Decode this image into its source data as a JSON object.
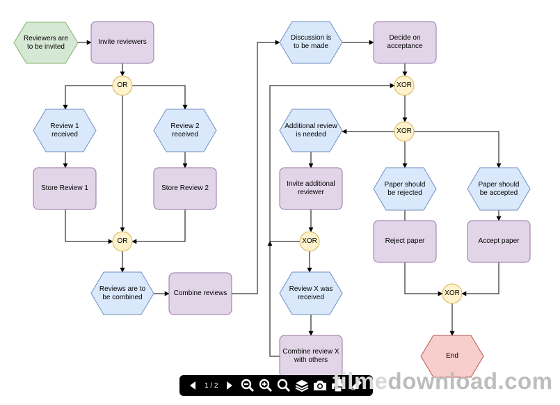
{
  "colors": {
    "event_fill": "#dae8fc",
    "event_stroke": "#6c8ebf",
    "start_fill": "#d5e8d4",
    "start_stroke": "#82b366",
    "end_fill": "#f8cecc",
    "end_stroke": "#b85450",
    "func_fill": "#e1d5e7",
    "func_stroke": "#9673a6",
    "gw_fill": "#fff2cc",
    "gw_stroke": "#d6b656",
    "edge": "#000000"
  },
  "nodes": [
    {
      "id": "start",
      "kind": "start",
      "name": "start-event-reviewers-invited",
      "lines": [
        "Reviewers are",
        "to be invited"
      ]
    },
    {
      "id": "invite",
      "kind": "func",
      "name": "function-invite-reviewers",
      "lines": [
        "Invite reviewers"
      ]
    },
    {
      "id": "or1",
      "kind": "gw",
      "name": "gateway-or-split",
      "lines": [
        "OR"
      ]
    },
    {
      "id": "rev1",
      "kind": "event",
      "name": "event-review-1-received",
      "lines": [
        "Review 1",
        "received"
      ]
    },
    {
      "id": "rev2",
      "kind": "event",
      "name": "event-review-2-received",
      "lines": [
        "Review 2",
        "received"
      ]
    },
    {
      "id": "store1",
      "kind": "func",
      "name": "function-store-review-1",
      "lines": [
        "Store Review 1"
      ]
    },
    {
      "id": "store2",
      "kind": "func",
      "name": "function-store-review-2",
      "lines": [
        "Store Review 2"
      ]
    },
    {
      "id": "or2",
      "kind": "gw",
      "name": "gateway-or-join",
      "lines": [
        "OR"
      ]
    },
    {
      "id": "tocombine",
      "kind": "event",
      "name": "event-reviews-to-be-combined",
      "lines": [
        "Reviews are to",
        "be combined"
      ]
    },
    {
      "id": "combine",
      "kind": "func",
      "name": "function-combine-reviews",
      "lines": [
        "Combine reviews"
      ]
    },
    {
      "id": "discuss",
      "kind": "event",
      "name": "event-discussion-to-be-made",
      "lines": [
        "Discussion is",
        "to be made"
      ]
    },
    {
      "id": "decide",
      "kind": "func",
      "name": "function-decide-on-acceptance",
      "lines": [
        "Decide on",
        "acceptance"
      ]
    },
    {
      "id": "xor1",
      "kind": "gw",
      "name": "gateway-xor-join-loop",
      "lines": [
        "XOR"
      ]
    },
    {
      "id": "xor2",
      "kind": "gw",
      "name": "gateway-xor-split-decision",
      "lines": [
        "XOR"
      ]
    },
    {
      "id": "addneeded",
      "kind": "event",
      "name": "event-additional-review-needed",
      "lines": [
        "Additional review",
        "is needed"
      ]
    },
    {
      "id": "inviteadd",
      "kind": "func",
      "name": "function-invite-additional-reviewer",
      "lines": [
        "Invite additional",
        "reviewer"
      ]
    },
    {
      "id": "xor3",
      "kind": "gw",
      "name": "gateway-xor-review-x",
      "lines": [
        "XOR"
      ]
    },
    {
      "id": "revx",
      "kind": "event",
      "name": "event-review-x-received",
      "lines": [
        "Review X was",
        "received"
      ]
    },
    {
      "id": "combinex",
      "kind": "func",
      "name": "function-combine-review-x",
      "lines": [
        "Combine review X",
        "with others"
      ]
    },
    {
      "id": "rejectev",
      "kind": "event",
      "name": "event-paper-to-be-rejected",
      "lines": [
        "Paper should",
        "be rejected"
      ]
    },
    {
      "id": "acceptev",
      "kind": "event",
      "name": "event-paper-to-be-accepted",
      "lines": [
        "Paper should",
        "be accepted"
      ]
    },
    {
      "id": "reject",
      "kind": "func",
      "name": "function-reject-paper",
      "lines": [
        "Reject paper"
      ]
    },
    {
      "id": "accept",
      "kind": "func",
      "name": "function-accept-paper",
      "lines": [
        "Accept paper"
      ]
    },
    {
      "id": "xor4",
      "kind": "gw",
      "name": "gateway-xor-join-end",
      "lines": [
        "XOR"
      ]
    },
    {
      "id": "end",
      "kind": "end",
      "name": "end-event",
      "lines": [
        "End"
      ]
    }
  ],
  "toolbar": {
    "page_indicator": "1 / 2",
    "buttons": [
      {
        "name": "prev-page-button",
        "icon": "triangle-left-icon"
      },
      {
        "name": "next-page-button",
        "icon": "triangle-right-icon"
      },
      {
        "name": "zoom-out-button",
        "icon": "zoom-out-icon"
      },
      {
        "name": "zoom-in-button",
        "icon": "zoom-in-icon"
      },
      {
        "name": "zoom-fit-button",
        "icon": "magnifier-icon"
      },
      {
        "name": "layers-button",
        "icon": "layers-icon"
      },
      {
        "name": "camera-button",
        "icon": "camera-icon"
      },
      {
        "name": "print-button",
        "icon": "printer-icon"
      },
      {
        "name": "edit-button",
        "icon": "pencil-icon"
      }
    ]
  },
  "watermark": {
    "part1": "filme",
    "part2": "download.com"
  }
}
